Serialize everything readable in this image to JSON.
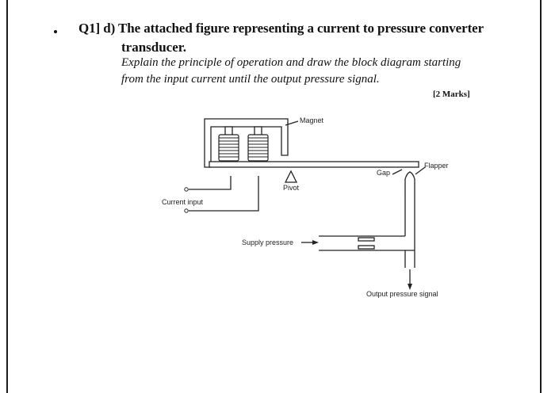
{
  "question": {
    "number": "Q1] d)",
    "title_line1": "The attached figure representing a current to pressure converter",
    "title_line2": "transducer.",
    "instruction_line1": "Explain the principle of operation and draw the block diagram starting",
    "instruction_line2": "from the input current until the output pressure signal.",
    "marks": "[2 Marks]"
  },
  "figure": {
    "labels": {
      "magnet": "Magnet",
      "flapper": "Flapper",
      "gap": "Gap",
      "pivot": "Pivot",
      "current_input": "Current input",
      "supply_pressure": "Supply pressure",
      "output_pressure": "Output pressure signal"
    }
  }
}
